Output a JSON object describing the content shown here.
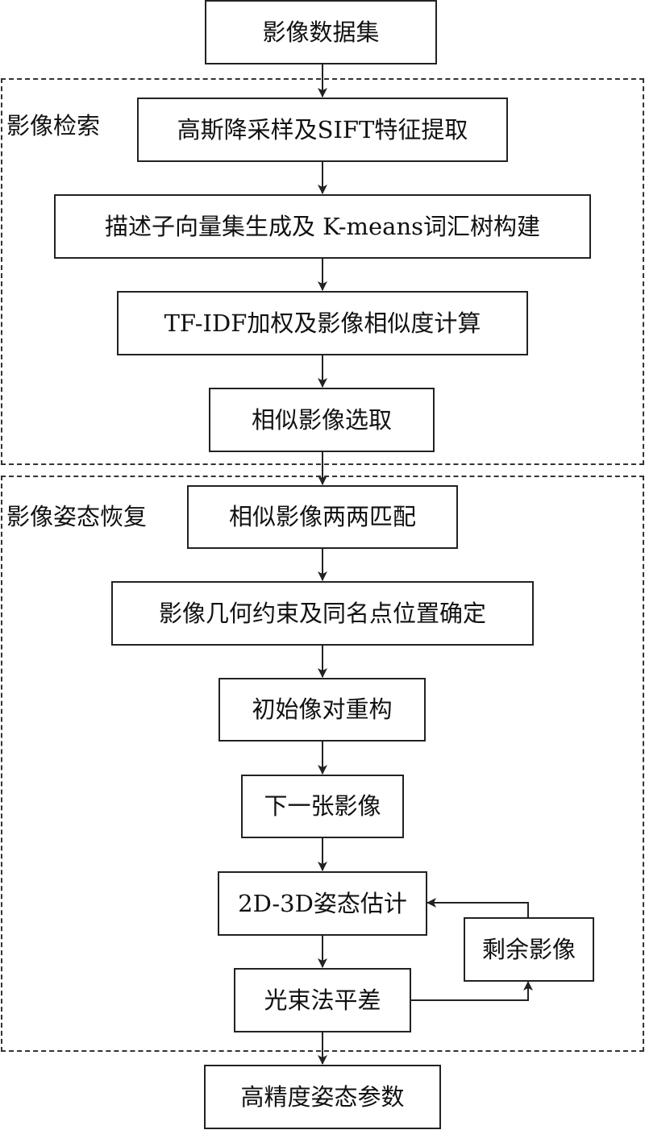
{
  "groups": {
    "retrieval": {
      "label": "影像检索"
    },
    "pose": {
      "label": "影像姿态恢复"
    }
  },
  "nodes": {
    "dataset": "影像数据集",
    "sift": "高斯降采样及SIFT特征提取",
    "vocab": "描述子向量集生成及 K-means词汇树构建",
    "tfidf": "TF-IDF加权及影像相似度计算",
    "select": "相似影像选取",
    "pairmatch": "相似影像两两匹配",
    "geometry": "影像几何约束及同名点位置确定",
    "initpair": "初始像对重构",
    "nextimage": "下一张影像",
    "pose2d3d": "2D-3D姿态估计",
    "remaining": "剩余影像",
    "bundle": "光束法平差",
    "output": "高精度姿态参数"
  }
}
